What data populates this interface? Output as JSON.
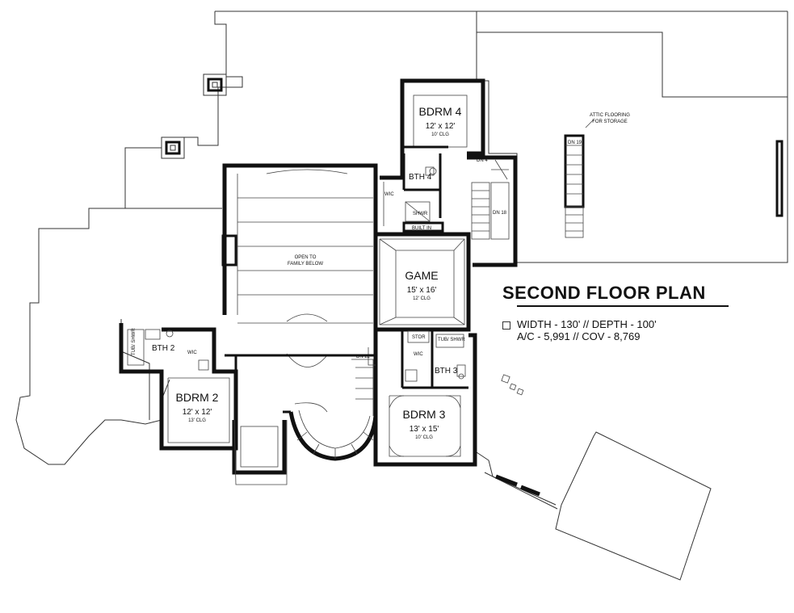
{
  "title": "SECOND FLOOR PLAN",
  "specs": {
    "line1": "WIDTH - 130' // DEPTH - 100'",
    "line2": "A/C - 5,991 // COV - 8,769"
  },
  "rooms": {
    "bdrm4": {
      "name": "BDRM 4",
      "size": "12' x 12'",
      "clg": "10' CLG"
    },
    "game": {
      "name": "GAME",
      "size": "15' x 16'",
      "clg": "12' CLG"
    },
    "bdrm2": {
      "name": "BDRM 2",
      "size": "12' x 12'",
      "clg": "13' CLG"
    },
    "bdrm3": {
      "name": "BDRM 3",
      "size": "13' x 15'",
      "clg": "10' CLG"
    }
  },
  "labels": {
    "bth4": "BTH 4",
    "bth2": "BTH 2",
    "bth3": "BTH 3",
    "wic_top": "WIC",
    "wic_left": "WIC",
    "wic_right": "WIC",
    "shwr": "SHWR",
    "built_in": "BUILT IN",
    "stor": "STOR",
    "tub_shwr_right": "TUB/ SHWR",
    "tub_shwr_left": "TUB/ SHWR",
    "open_to_1": "OPEN TO",
    "open_to_2": "FAMILY BELOW",
    "attic_1": "ATTIC FLOORING",
    "attic_2": "FOR STORAGE",
    "dn19_attic": "DN 19",
    "dn18": "DN 18",
    "dn4": "DN 4",
    "dn22": "DN 22"
  }
}
